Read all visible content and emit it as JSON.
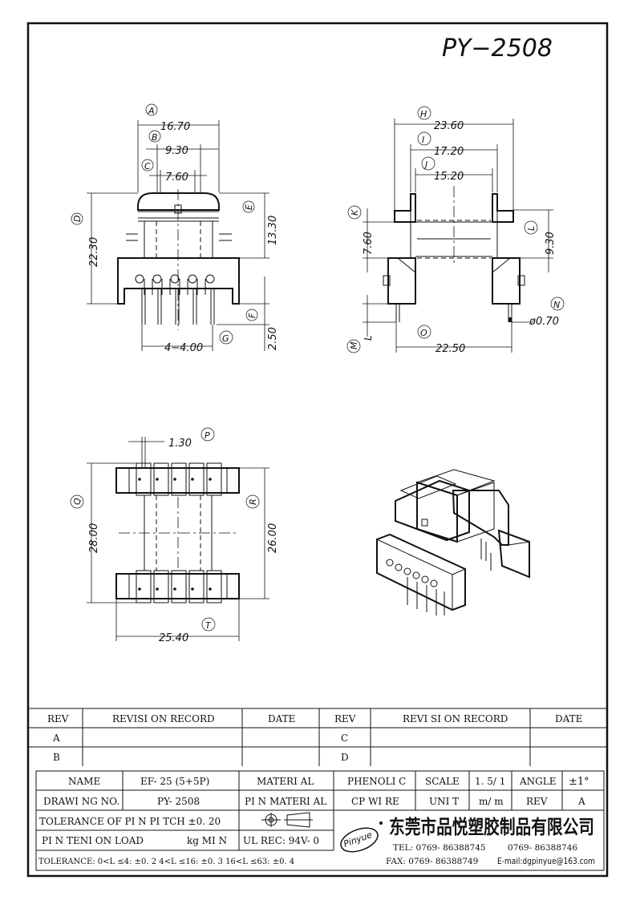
{
  "part_number": "PY−2508",
  "front_view": {
    "dim_a": "16.70",
    "dim_b": "9.30",
    "dim_c": "7.60",
    "dim_d": "22.30",
    "dim_e": "13.30",
    "dim_f": "2.50",
    "dim_g": "4−4.00",
    "labels": {
      "a": "A",
      "b": "B",
      "c": "C",
      "d": "D",
      "e": "E",
      "f": "F",
      "g": "G"
    }
  },
  "side_view": {
    "dim_h": "23.60",
    "dim_i": "17.20",
    "dim_j": "15.20",
    "dim_k": "7.60",
    "dim_l": "9.30",
    "dim_m": "L",
    "dim_n": "ø0.70",
    "dim_o": "22.50",
    "labels": {
      "h": "H",
      "i": "I",
      "j": "J",
      "k": "K",
      "l": "L",
      "m": "M",
      "n": "N",
      "o": "O"
    }
  },
  "bottom_view": {
    "dim_p": "1.30",
    "dim_q": "28.00",
    "dim_r": "26.00",
    "dim_t": "25.40",
    "labels": {
      "p": "P",
      "q": "Q",
      "r": "R",
      "t": "T"
    }
  },
  "revision_table": {
    "headers": [
      "REV",
      "REVISI ON  RECORD",
      "DATE",
      "REV",
      "REVI SI ON  RECORD",
      "DATE"
    ],
    "rows": [
      [
        "A",
        "",
        "",
        "C",
        "",
        ""
      ],
      [
        "B",
        "",
        "",
        "D",
        "",
        ""
      ]
    ]
  },
  "title_block": {
    "name_label": "NAME",
    "name_value": "EF- 25  (5+5P)",
    "material_label": "MATERI AL",
    "material_value": "PHENOLI C",
    "scale_label": "SCALE",
    "scale_value": "1. 5/ 1",
    "angle_label": "ANGLE",
    "angle_value": "±1°",
    "drawing_no_label": "DRAWI NG  NO.",
    "drawing_no_value": "PY- 2508",
    "pin_material_label": "PI N  MATERI AL",
    "pin_material_value": "CP  WI RE",
    "unit_label": "UNI T",
    "unit_value": "m/ m",
    "rev_label": "REV",
    "rev_value": "A",
    "tolerance_pin_pitch": "TOLERANCE  OF  PI N  PI TCH ±0. 20",
    "pin_tension": "PI N  TENI ON  LOAD",
    "pin_tension_unit": "kg  MI N",
    "ul_rec": "UL  REC: 94V- 0",
    "tolerance_line": "TOLERANCE: 0<L ≤4: ±0. 2   4<L ≤16: ±0. 3   16<L ≤63: ±0. 4",
    "logo_text": "Pinyue",
    "company_name": "东莞市品悦塑胶制品有限公司",
    "tel": "TEL: 0769- 86388745",
    "tel2": "0769- 86388746",
    "fax": "FAX: 0769- 86388749",
    "email": "E-mail:dgpinyue@163.com"
  }
}
